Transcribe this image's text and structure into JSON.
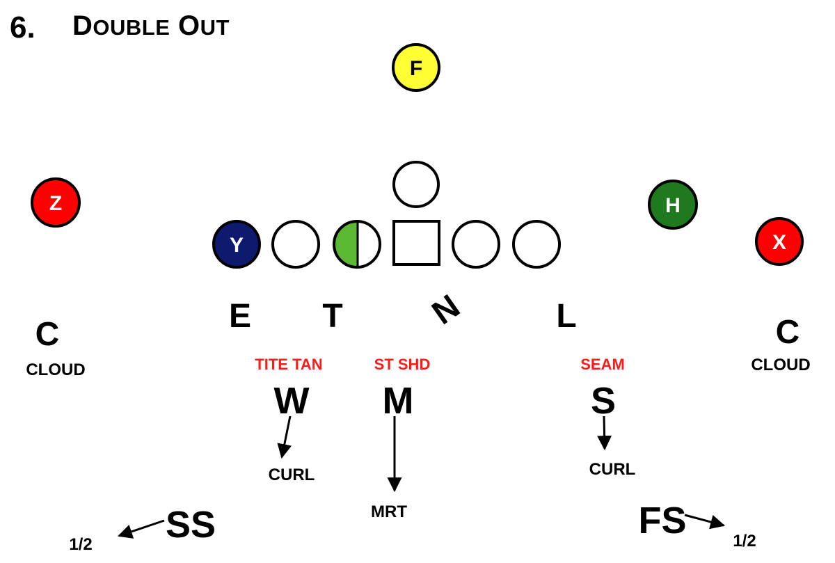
{
  "title": {
    "number": "6.",
    "first_letter": "D",
    "first_rest": "OUBLE",
    "second_letter": "O",
    "second_rest": "UT"
  },
  "colors": {
    "z": "#ff0000",
    "x": "#ff0000",
    "h": "#1f7a1f",
    "y": "#0d1a6e",
    "f": "#ffff33",
    "tackle_half": "#5bb832",
    "red_text": "#ff1a1a",
    "ink": "#000000"
  },
  "offense": {
    "f": "F",
    "z": "Z",
    "h": "H",
    "x": "X",
    "y": "Y"
  },
  "defense": {
    "line": [
      "E",
      "T",
      "N",
      "L"
    ],
    "corner_left": {
      "label": "C",
      "assignment": "CLOUD"
    },
    "corner_right": {
      "label": "C",
      "assignment": "CLOUD"
    },
    "w": {
      "label": "W",
      "call": "TITE TAN",
      "assignment": "CURL"
    },
    "m": {
      "label": "M",
      "call": "ST SHD",
      "assignment": "MRT"
    },
    "s": {
      "label": "S",
      "call": "SEAM",
      "assignment": "CURL"
    },
    "ss": {
      "label": "SS",
      "assignment": "1/2"
    },
    "fs": {
      "label": "FS",
      "assignment": "1/2"
    }
  }
}
